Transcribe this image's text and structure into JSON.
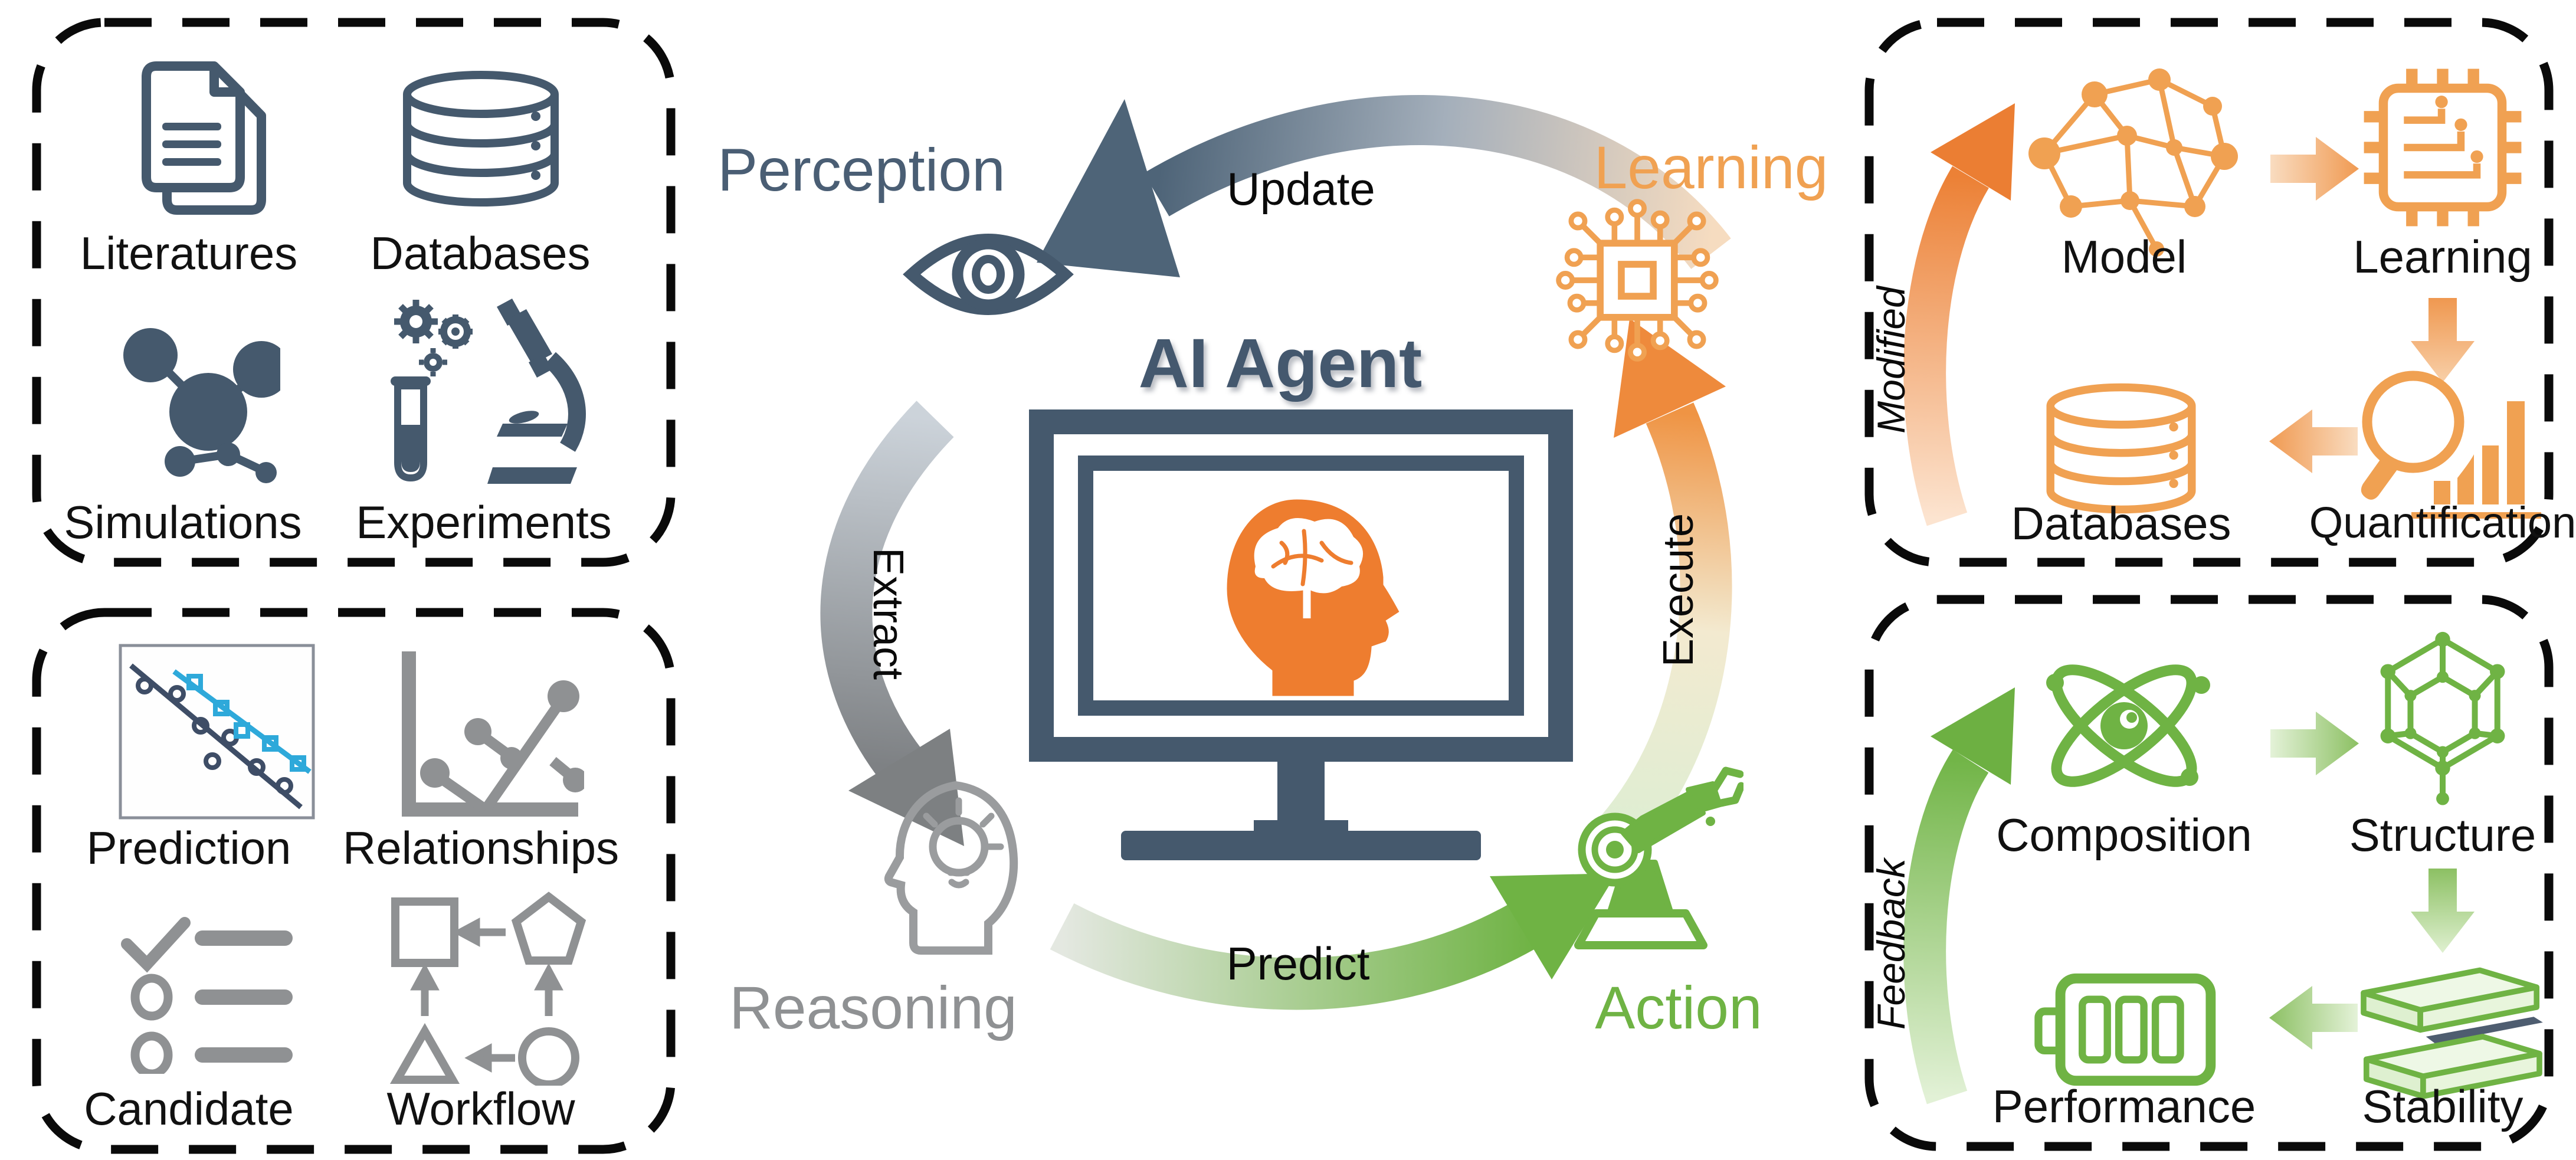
{
  "figure": {
    "title": "AI Agent",
    "cycle": {
      "perception": "Perception",
      "learning": "Learning",
      "reasoning": "Reasoning",
      "action": "Action",
      "update_arrow": "Update",
      "extract_arrow": "Extract",
      "predict_arrow": "Predict",
      "execute_arrow": "Execute"
    },
    "perception_box": {
      "items": [
        {
          "label": "Literatures",
          "icon": "documents-icon"
        },
        {
          "label": "Databases",
          "icon": "database-icon"
        },
        {
          "label": "Simulations",
          "icon": "molecule-icon"
        },
        {
          "label": "Experiments",
          "icon": "microscope-icon"
        }
      ]
    },
    "reasoning_box": {
      "items": [
        {
          "label": "Prediction",
          "icon": "scatter-plot-icon"
        },
        {
          "label": "Relationships",
          "icon": "graph-icon"
        },
        {
          "label": "Candidate",
          "icon": "checklist-icon"
        },
        {
          "label": "Workflow",
          "icon": "workflow-icon"
        }
      ]
    },
    "learning_box": {
      "arrow_label": "Modified",
      "items": [
        {
          "label": "Model",
          "icon": "neural-network-icon"
        },
        {
          "label": "Learning",
          "icon": "chip-icon"
        },
        {
          "label": "Databases",
          "icon": "database-icon"
        },
        {
          "label": "Quantification",
          "icon": "magnifier-bars-icon"
        }
      ]
    },
    "action_box": {
      "arrow_label": "Feedback",
      "items": [
        {
          "label": "Composition",
          "icon": "atom-icon"
        },
        {
          "label": "Structure",
          "icon": "lattice-icon"
        },
        {
          "label": "Performance",
          "icon": "battery-icon"
        },
        {
          "label": "Stability",
          "icon": "layers-icon"
        }
      ]
    },
    "colors": {
      "slate": "#45596d",
      "orange": "#f0a152",
      "deep_orange": "#ee7d2f",
      "green": "#6fb344",
      "gray": "#8f9193",
      "black": "#0a0a0a",
      "blue": "#2ea9da"
    }
  }
}
